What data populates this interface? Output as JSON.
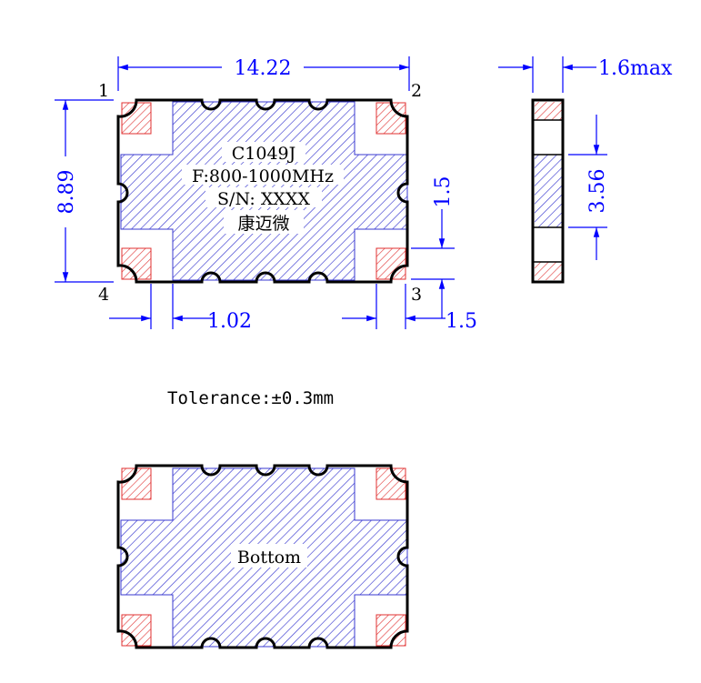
{
  "dimensions": {
    "length": "14.22",
    "height": "8.89",
    "thickness": "1.6max",
    "pad_gap": "1.02",
    "pad_size_right": "1.5",
    "pad_size_bottom": "1.5",
    "center_pad": "3.56"
  },
  "pins": {
    "p1": "1",
    "p2": "2",
    "p3": "3",
    "p4": "4"
  },
  "marking": {
    "line1": "C1049J",
    "line2": "F:800-1000MHz",
    "line3": "S/N: XXXX",
    "line4": "康迈微"
  },
  "tolerance": "Tolerance:±0.3mm",
  "bottom_label": "Bottom",
  "colors": {
    "dimension": "#0000ff",
    "hatch_blue": "#3a3ad0",
    "hatch_red": "#e03030",
    "outline": "#000000"
  }
}
